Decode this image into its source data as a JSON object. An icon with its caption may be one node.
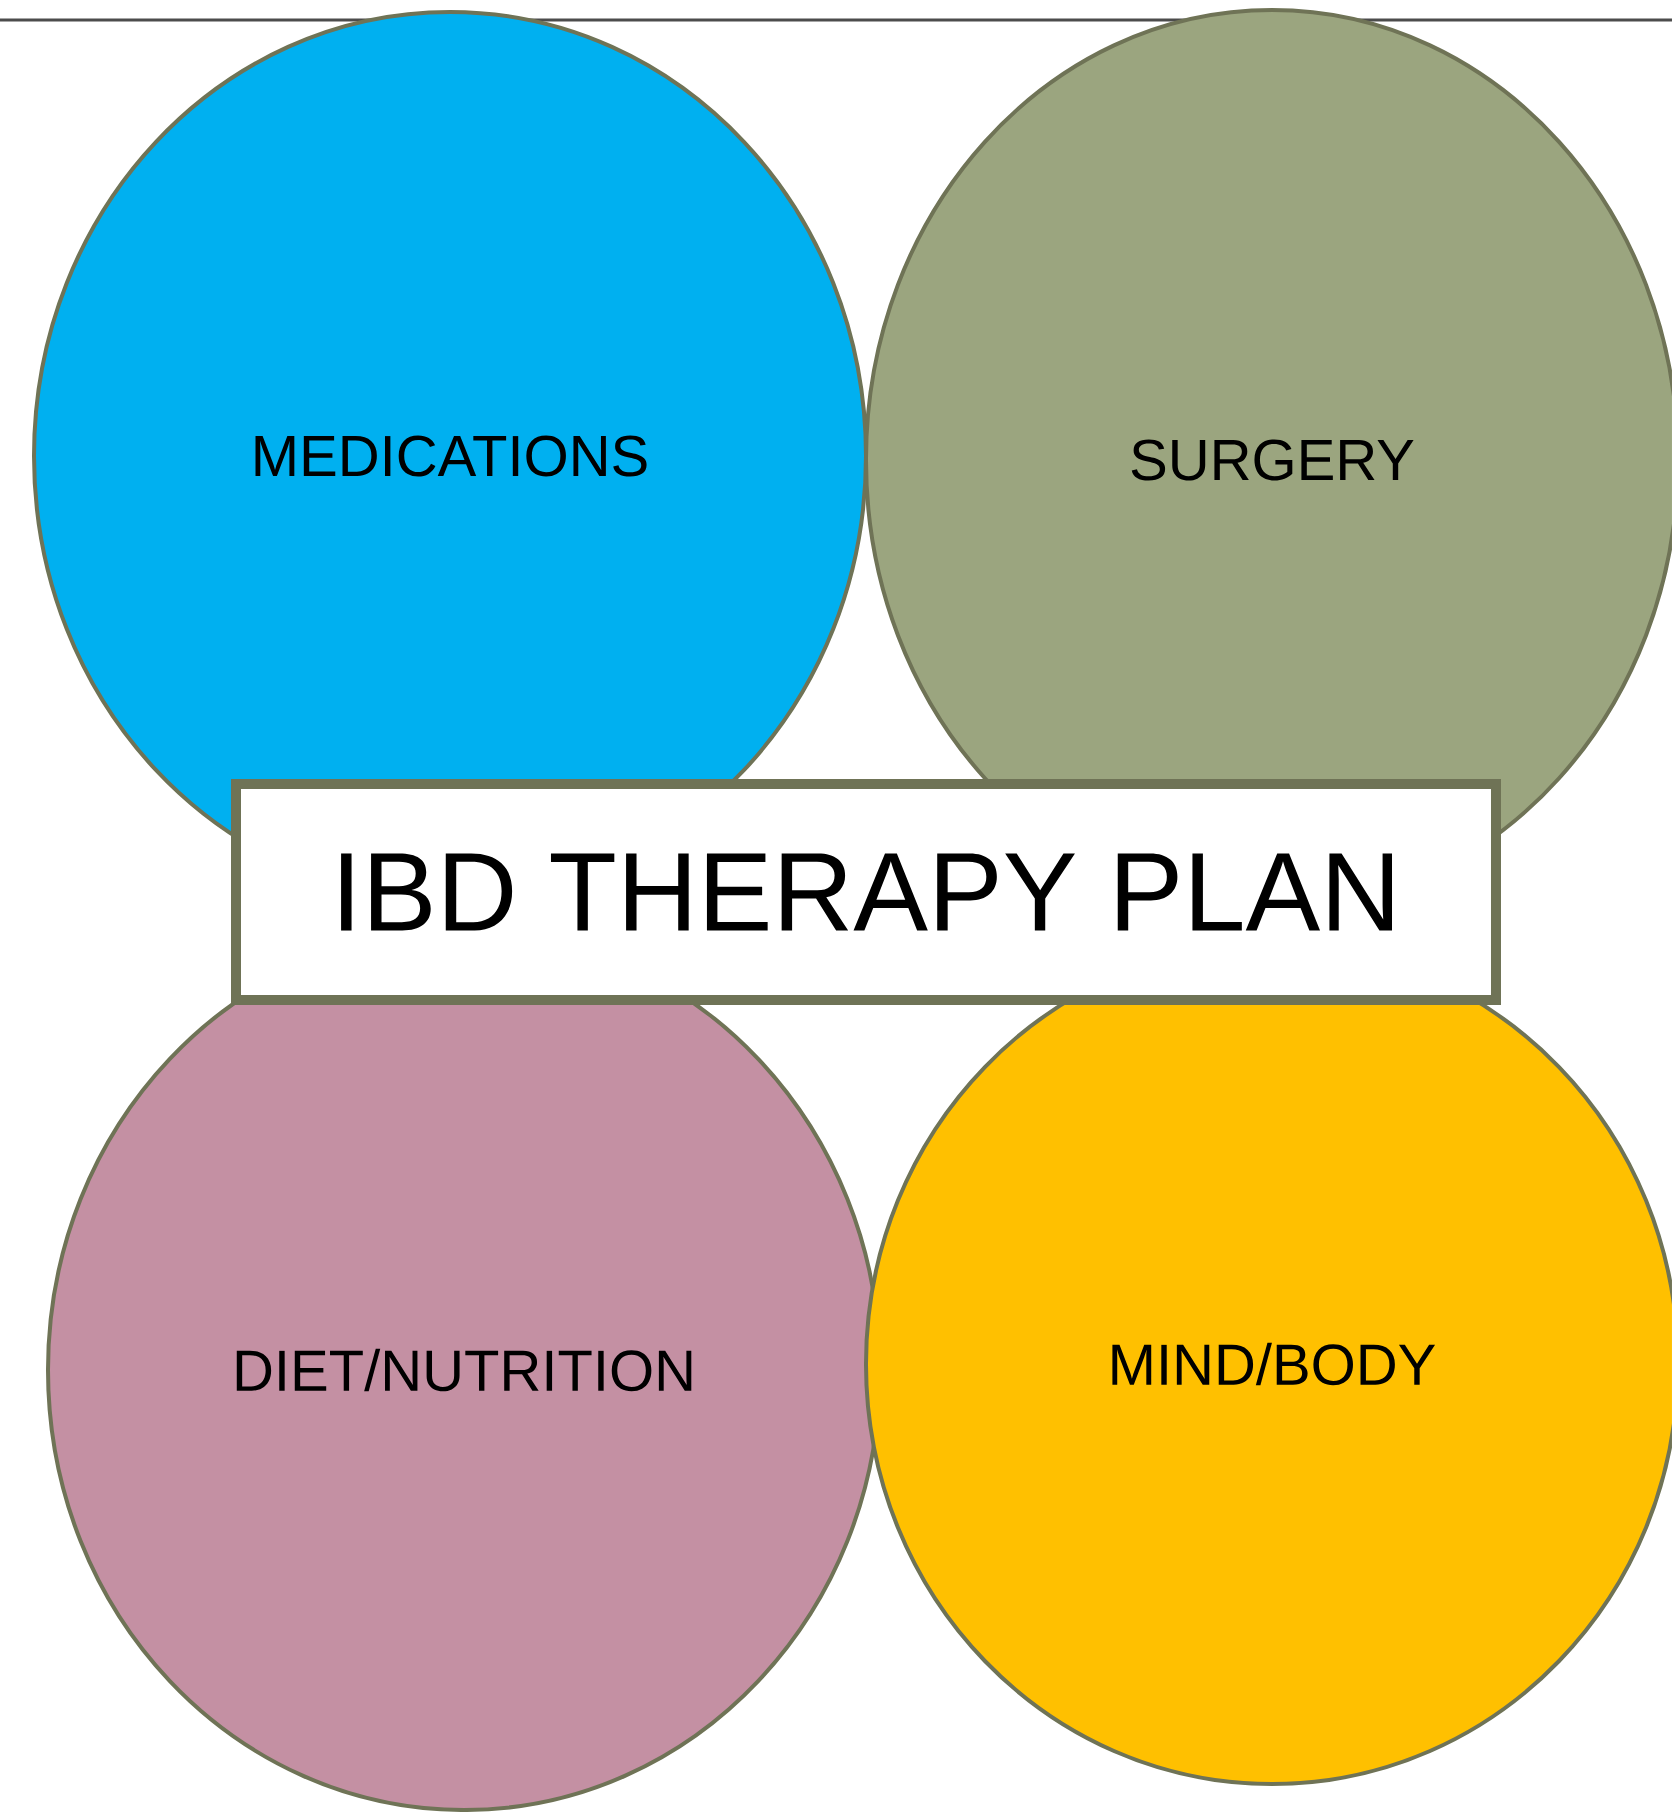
{
  "diagram": {
    "nodes": [
      {
        "text": [
          "MEDICATIONS"
        ]
      },
      {
        "text": [
          "SURGERY"
        ]
      },
      {
        "text": [
          "IBD THERAPY PLAN"
        ]
      },
      {
        "text": [
          "DIET/NUTRITION"
        ]
      },
      {
        "text": [
          "MIND/BODY"
        ]
      }
    ]
  }
}
